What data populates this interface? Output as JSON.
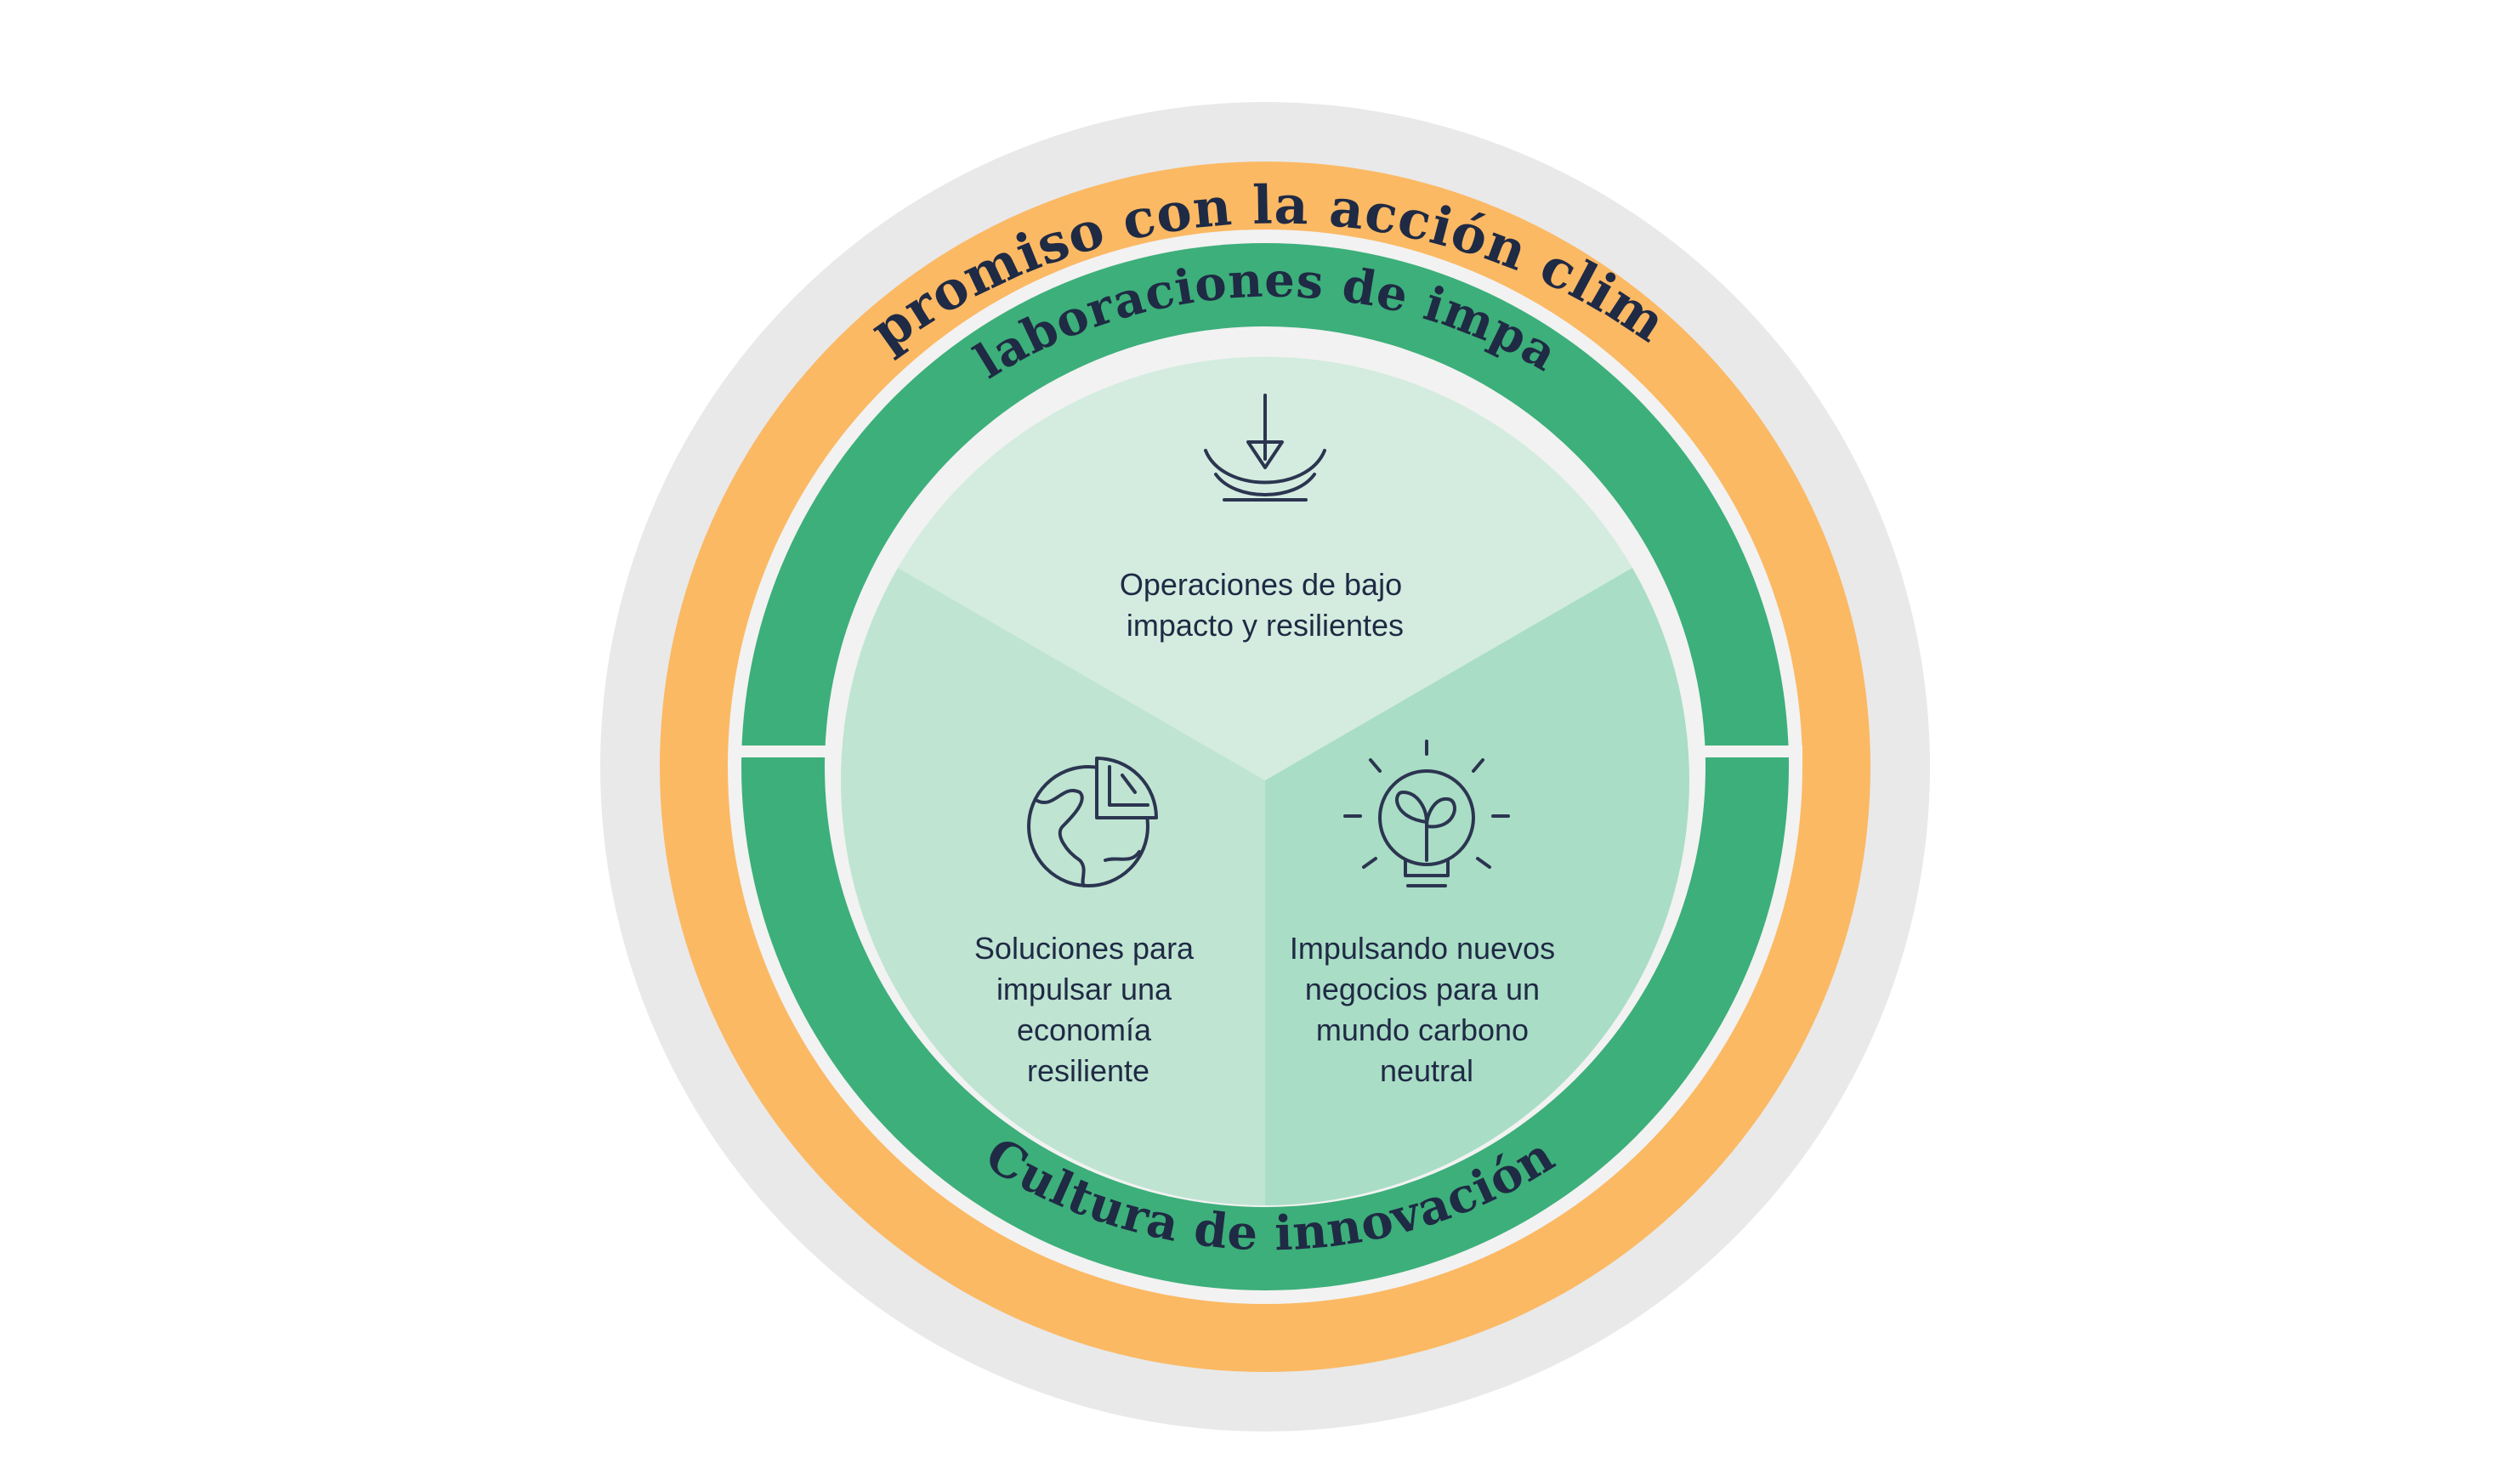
{
  "rings": {
    "outer_label": "Compromiso con la acción climática",
    "inner_top_label": "Colaboraciones de impacto",
    "inner_bottom_label": "Cultura de innovación"
  },
  "sectors": [
    {
      "id": "top",
      "lines": [
        "Operaciones de bajo",
        "impacto y resilientes"
      ],
      "icon": "seedling-drop-icon"
    },
    {
      "id": "left",
      "lines": [
        "Soluciones para",
        "impulsar una",
        "economía",
        "resiliente"
      ],
      "icon": "globe-chart-icon"
    },
    {
      "id": "right",
      "lines": [
        "Impulsando nuevos",
        "negocios para un",
        "mundo carbono",
        "neutral"
      ],
      "icon": "lightbulb-plant-icon"
    }
  ],
  "colors": {
    "background_ring": "#e9e9e9",
    "outer_ring": "#fbb964",
    "green_ring": "#3daf7a",
    "separator": "#f2f2f2",
    "sector_top": "#d3ecdf",
    "sector_left": "#bfe4d2",
    "sector_right": "#a9ddc6",
    "text": "#1f2a44"
  }
}
